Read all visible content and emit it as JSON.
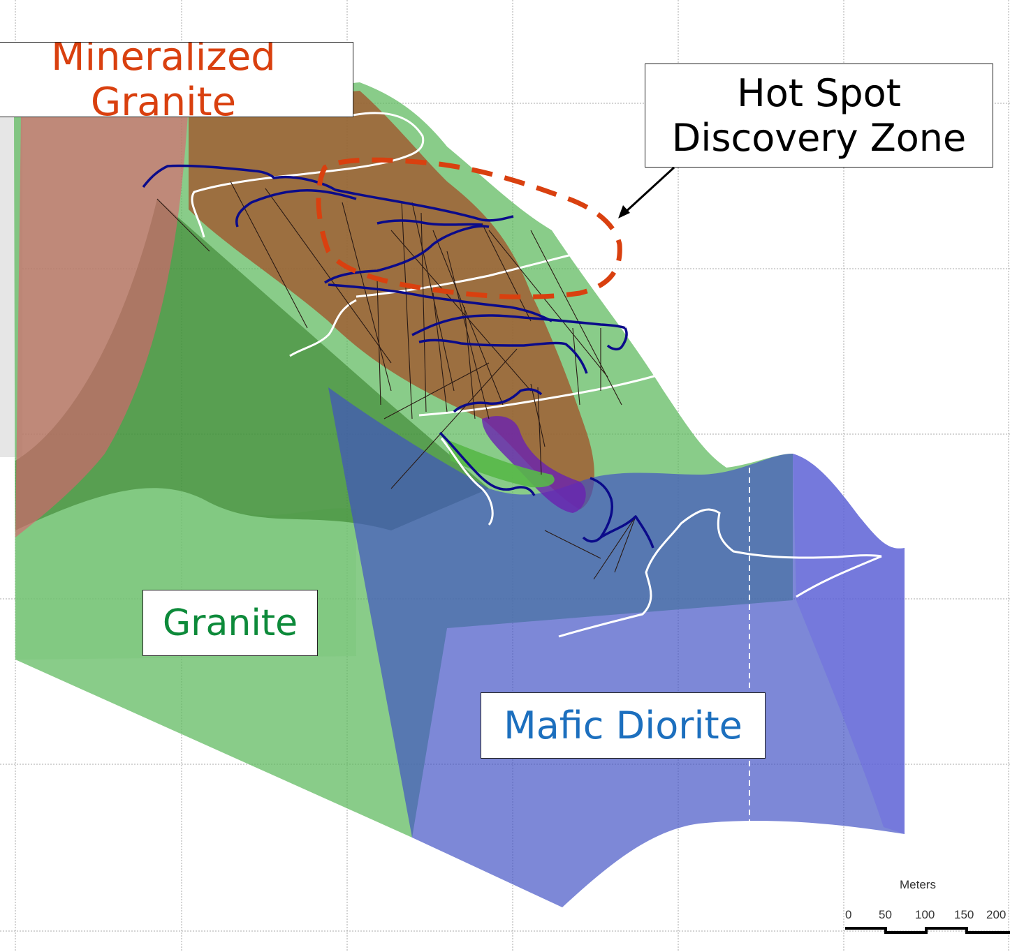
{
  "labels": {
    "mineralized": {
      "text": "Mineralized Granite",
      "color": "#d9400f"
    },
    "hotspot": {
      "line1": "Hot Spot",
      "line2": "Discovery Zone",
      "color": "#000000"
    },
    "granite": {
      "text": "Granite",
      "color": "#0d8a3a"
    },
    "diorite": {
      "text": "Mafic Diorite",
      "color": "#1c6fbe"
    }
  },
  "scale_bar": {
    "unit": "Meters",
    "ticks": [
      "0",
      "50",
      "100",
      "150",
      "200"
    ]
  },
  "colors": {
    "granite_fill": "#5cb85c",
    "mineralized_fill": "#c86a4a",
    "diorite_fill": "#3f4fc4",
    "hotspot_outline": "#d9400f",
    "drill_trace": "#0b0b8a",
    "contour": "#ffffff",
    "grid": "#a8a8a8"
  }
}
